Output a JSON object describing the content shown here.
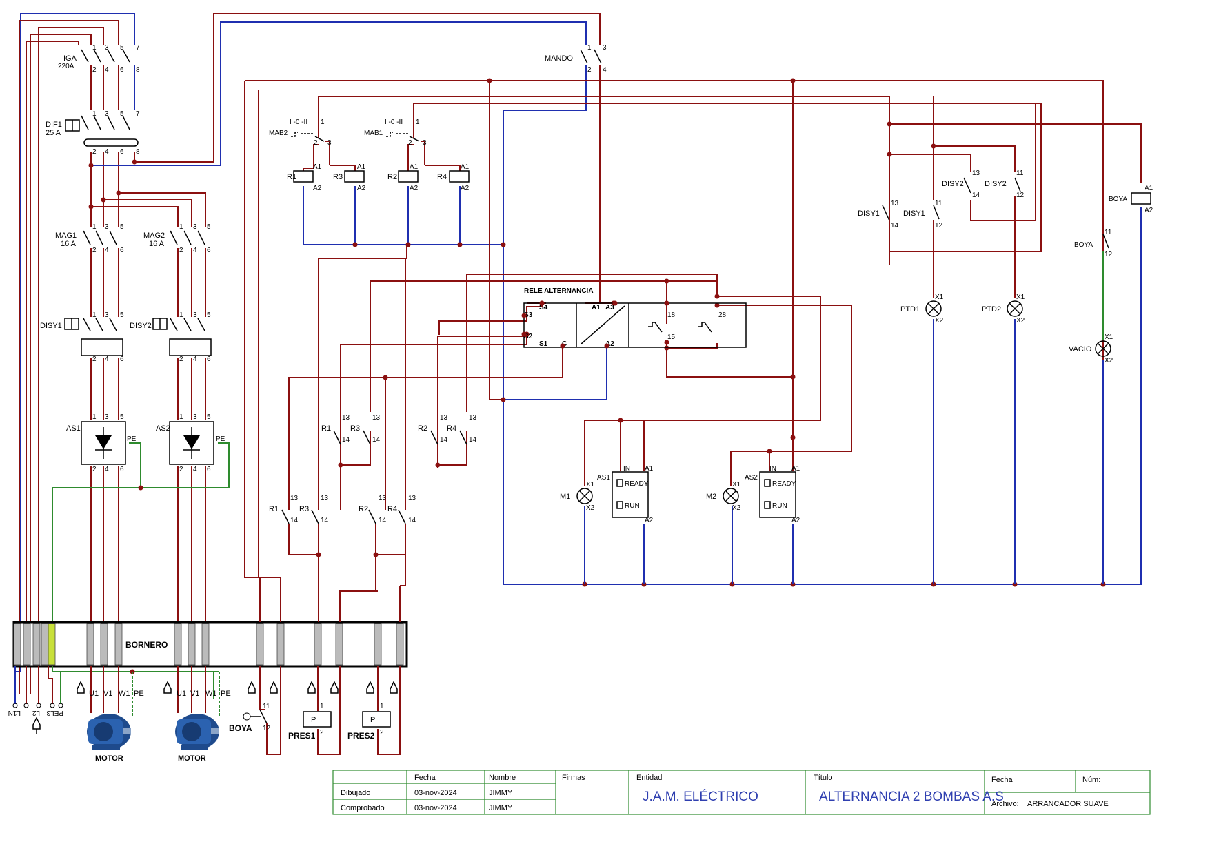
{
  "labels": {
    "iga": "IGA",
    "iga_rating": "220A",
    "dif1": "DIF1",
    "dif1_rating": "25 A",
    "mag1": "MAG1",
    "mag1_rating": "16 A",
    "mag2": "MAG2",
    "mag2_rating": "16 A",
    "disy1": "DISY1",
    "disy2": "DISY2",
    "as1": "AS1",
    "as2": "AS2",
    "pe": "PE",
    "bornero": "BORNERO",
    "motor1": "MOTOR",
    "motor2": "MOTOR",
    "u1": "U1",
    "v1": "V1",
    "w1": "W1",
    "l1n": "L1N",
    "l2": "L2",
    "pel3": "PEL3",
    "boya": "BOYA",
    "pres1": "PRES1",
    "pres2": "PRES2",
    "mando": "MANDO",
    "mab2": "MAB2",
    "mab1": "MAB1",
    "sel": "I -0 -II",
    "r1": "R1",
    "r2": "R2",
    "r3": "R3",
    "r4": "R4",
    "rele": "RELE ALTERNANCIA",
    "m1": "M1",
    "m2": "M2",
    "ready": "READY",
    "run": "RUN",
    "in": "IN",
    "a1": "A1",
    "a2": "A2",
    "a3": "A3",
    "s1": "S1",
    "s2": "S2",
    "s3": "S3",
    "s4": "S4",
    "c": "C",
    "x1": "X1",
    "x2": "X2",
    "ptd1": "PTD1",
    "ptd2": "PTD2",
    "vacio": "VACIO",
    "p": "P"
  },
  "title_block": {
    "fecha_h": "Fecha",
    "nombre_h": "Nombre",
    "firmas_h": "Firmas",
    "entidad_h": "Entidad",
    "titulo_h": "Título",
    "fecha2_h": "Fecha",
    "num_h": "Núm:",
    "dibujado": "Dibujado",
    "dibujado_fecha": "03-nov-2024",
    "dibujado_nombre": "JIMMY",
    "comprobado": "Comprobado",
    "comprobado_fecha": "03-nov-2024",
    "comprobado_nombre": "JIMMY",
    "entidad": "J.A.M. ELÉCTRICO",
    "titulo": "ALTERNANCIA 2 BOMBAS A.S",
    "archivo_h": "Archivo:",
    "archivo": "ARRANCADOR SUAVE"
  }
}
